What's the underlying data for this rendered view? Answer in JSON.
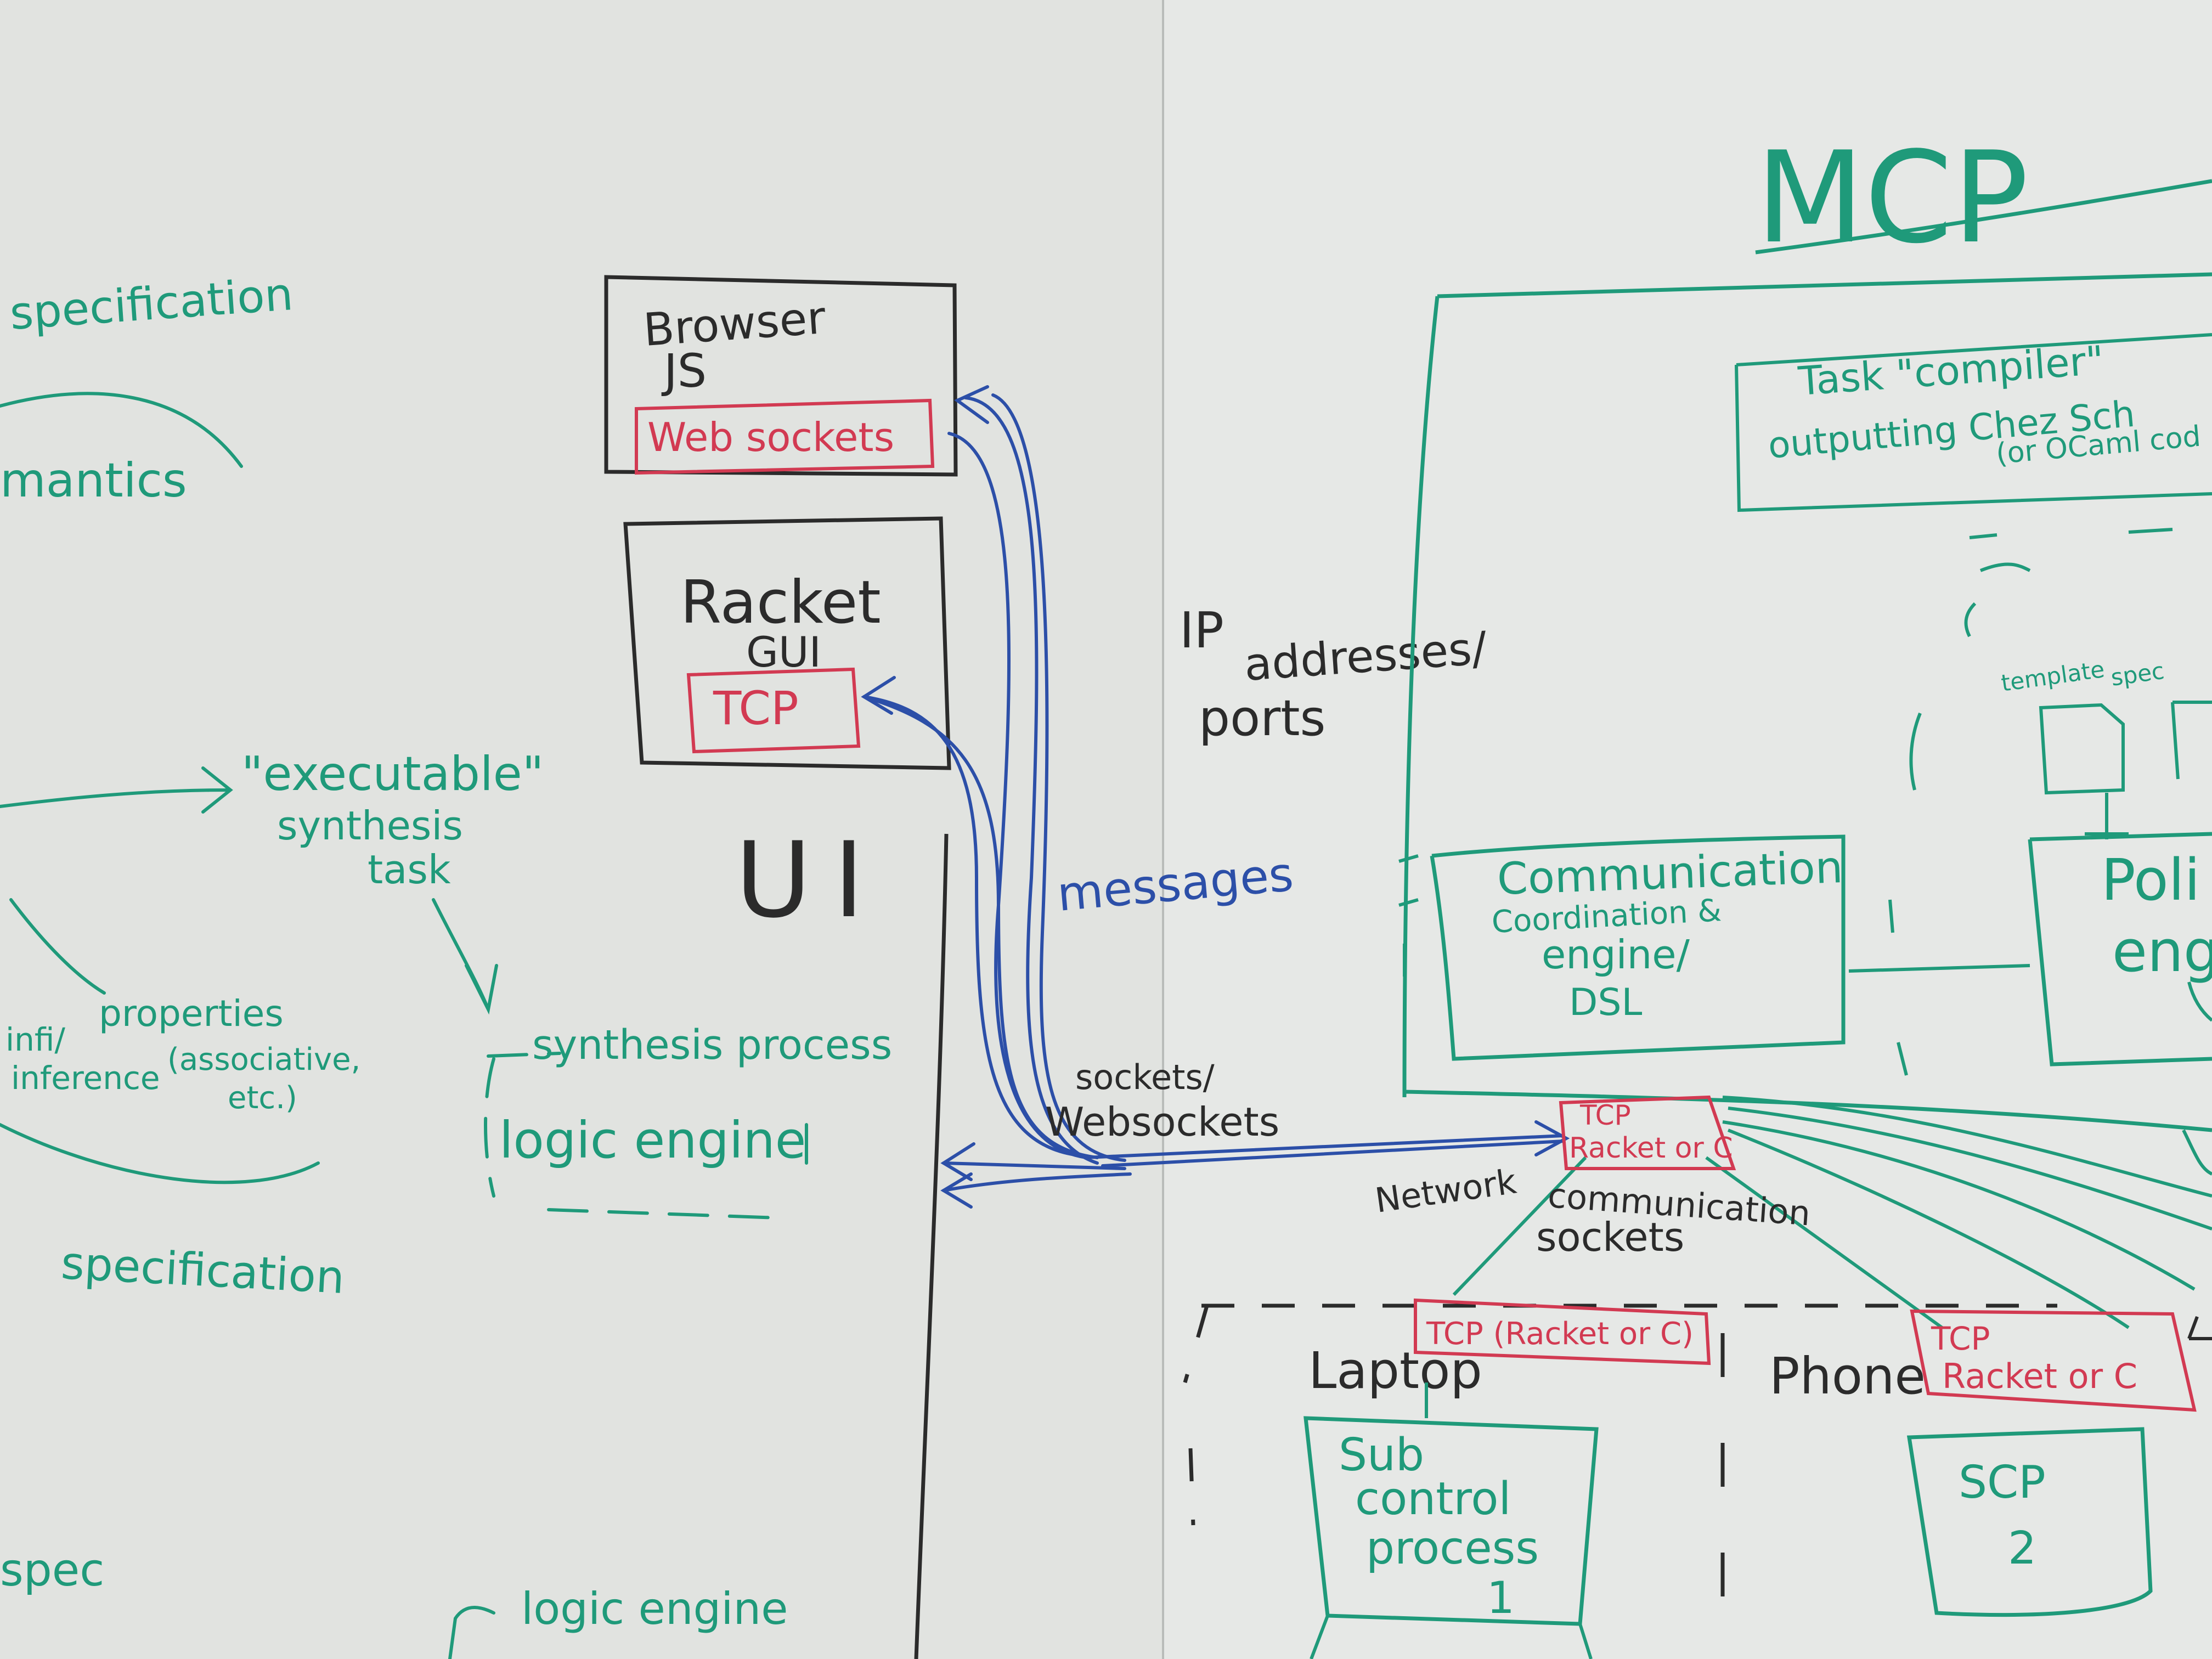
{
  "colors": {
    "board": "#e3e5e2",
    "board_right": "#e6e8e6",
    "green": "#1f9a7a",
    "black": "#2b2b2b",
    "blue": "#2c4fa8",
    "red": "#d23a52"
  },
  "left": {
    "specification_top": "specification",
    "semantics": "mantics",
    "executable": "\"executable\"",
    "synthesis": "synthesis",
    "task": "task",
    "properties": "properties",
    "associative": "(associative,",
    "etc": "etc.)",
    "infi": "infi/",
    "inference": "inference",
    "synthesis_process": "synthesis process",
    "logic_engine": "logic engine",
    "specification_bottom": "specification",
    "spec": "spec",
    "logic_engine_bottom": "logic engine"
  },
  "ui": {
    "browser": "Browser",
    "js": "JS",
    "websockets": "Web sockets",
    "racket": "Racket",
    "gui": "GUI",
    "tcp": "TCP",
    "ui_label": "UI"
  },
  "middle": {
    "ip": "IP",
    "addresses": "addresses/",
    "ports": "ports",
    "messages": "messages",
    "sockets": "sockets/",
    "websockets": "Websockets"
  },
  "mcp": {
    "title": "MCP",
    "task_line1": "Task \"compiler\"",
    "task_line2": "outputting Chez Sch",
    "task_line3": "(or OCaml cod",
    "template": "template",
    "spec": "spec",
    "comm_line1": "Communication",
    "comm_line2": "Coordination &",
    "comm_line3": "engine/",
    "comm_line4": "DSL",
    "policy_line1": "Poli",
    "policy_line2": "eng",
    "tcp_main_1": "TCP",
    "tcp_main_2": "Racket or C",
    "network": "Network",
    "communication": "communication",
    "sockets": "sockets"
  },
  "devices": {
    "laptop": "Laptop",
    "tcp_laptop": "TCP (Racket or C)",
    "scp1_line1": "Sub",
    "scp1_line2": "control",
    "scp1_line3": "process",
    "scp1_num": "1",
    "phone": "Phone",
    "tcp_phone_1": "TCP",
    "tcp_phone_2": "Racket or C",
    "scp2": "SCP",
    "scp2_num": "2"
  }
}
